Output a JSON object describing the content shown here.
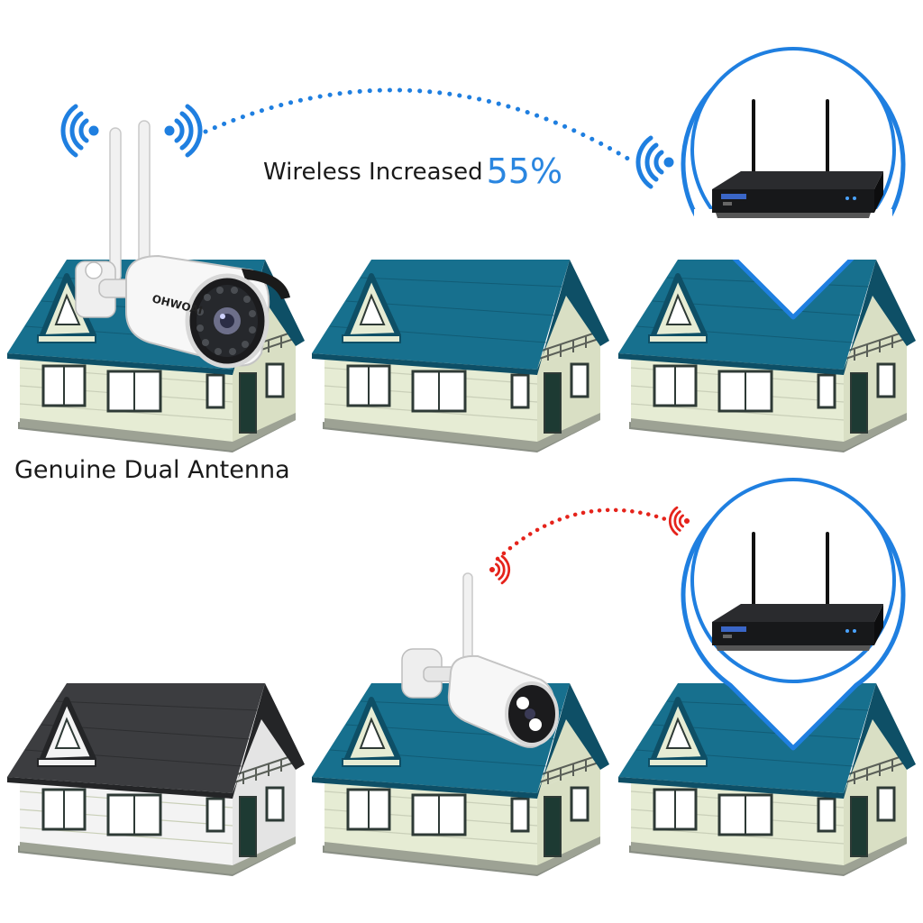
{
  "headline": {
    "label": "Wireless Increased",
    "value": "55%"
  },
  "caption": "Genuine Dual Antenna",
  "brand_label": "OHWOAI",
  "colors": {
    "signal_blue": "#1f7fe0",
    "signal_red": "#e5231b",
    "roof_teal": "#17708e",
    "roof_gray": "#3c3d40",
    "wall_cream": "#e6ecd4",
    "wall_white": "#f3f3f3",
    "nvr_black": "#1c1c1e"
  },
  "icons": [
    "wifi-signal-icon",
    "camera-icon",
    "nvr-recorder-icon",
    "house-icon",
    "location-pin-icon"
  ]
}
